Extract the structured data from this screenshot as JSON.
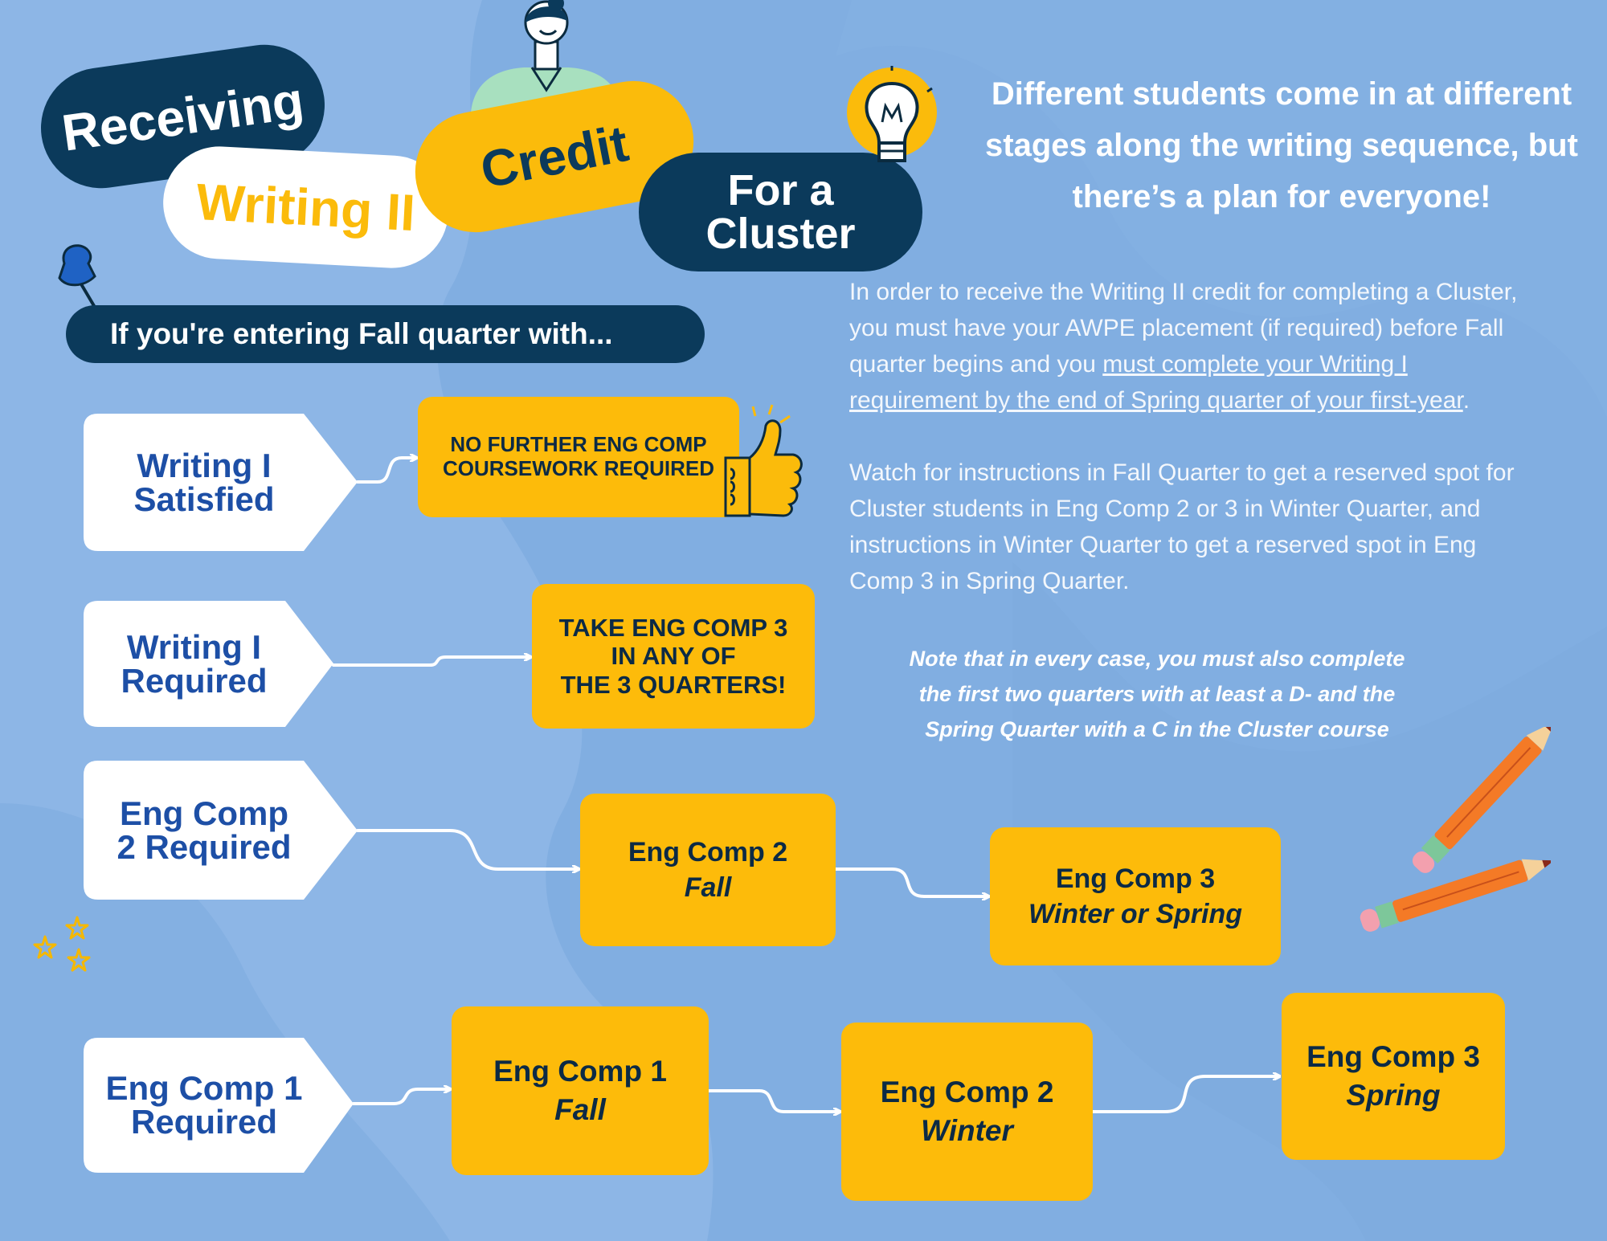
{
  "title": {
    "word1": "Receiving",
    "word2": "Writing II",
    "word3": "Credit",
    "word4_line1": "For a",
    "word4_line2": "Cluster"
  },
  "entry_banner": "If you're entering Fall quarter with...",
  "headline": {
    "line1": "Different students come in at different",
    "line2": "stages along the writing sequence, but",
    "line3": "there’s a plan for everyone!"
  },
  "intro": {
    "l1": "In order to receive the Writing II credit for completing a Cluster,",
    "l2": "you must have your AWPE placement (if required) before Fall",
    "l3a": "quarter begins and you ",
    "l3u": "must complete your Writing I",
    "l4u": "requirement by the end of Spring quarter of your first-year",
    "l4b": ".",
    "l5": "Watch for instructions in Fall Quarter to get a reserved spot for",
    "l6": "Cluster students in Eng Comp 2 or 3 in Winter Quarter, and",
    "l7": "instructions in Winter Quarter to get a reserved spot in Eng",
    "l8": "Comp 3 in Spring Quarter."
  },
  "note": {
    "l1": "Note that in every case, you must also complete",
    "l2": "the first two quarters with at least a D- and the",
    "l3": "Spring Quarter with a C in the Cluster course"
  },
  "rows": [
    {
      "label_l1": "Writing I",
      "label_l2": "Satisfied",
      "boxes": [
        {
          "l1": "NO FURTHER ENG COMP",
          "l2": "COURSEWORK REQUIRED"
        }
      ]
    },
    {
      "label_l1": "Writing I",
      "label_l2": "Required",
      "boxes": [
        {
          "l1": "TAKE ENG COMP 3",
          "l2": "IN ANY OF",
          "l3": "THE 3 QUARTERS!"
        }
      ]
    },
    {
      "label_l1": "Eng Comp",
      "label_l2": "2 Required",
      "boxes": [
        {
          "course": "Eng Comp 2",
          "term": "Fall"
        },
        {
          "course": "Eng Comp 3",
          "term": "Winter or Spring"
        }
      ]
    },
    {
      "label_l1": "Eng Comp 1",
      "label_l2": "Required",
      "boxes": [
        {
          "course": "Eng Comp 1",
          "term": "Fall"
        },
        {
          "course": "Eng Comp 2",
          "term": "Winter"
        },
        {
          "course": "Eng Comp 3",
          "term": "Spring"
        }
      ]
    }
  ],
  "colors": {
    "background": "#8db6e6",
    "navy": "#0b3a5b",
    "yellow": "#fbbb0b",
    "label_blue": "#1d4fa6"
  },
  "icons": [
    "woman-illustration",
    "lightbulb-icon",
    "pushpin-icon",
    "thumbs-up-icon",
    "pencil-icon",
    "stars-doodle-icon"
  ]
}
